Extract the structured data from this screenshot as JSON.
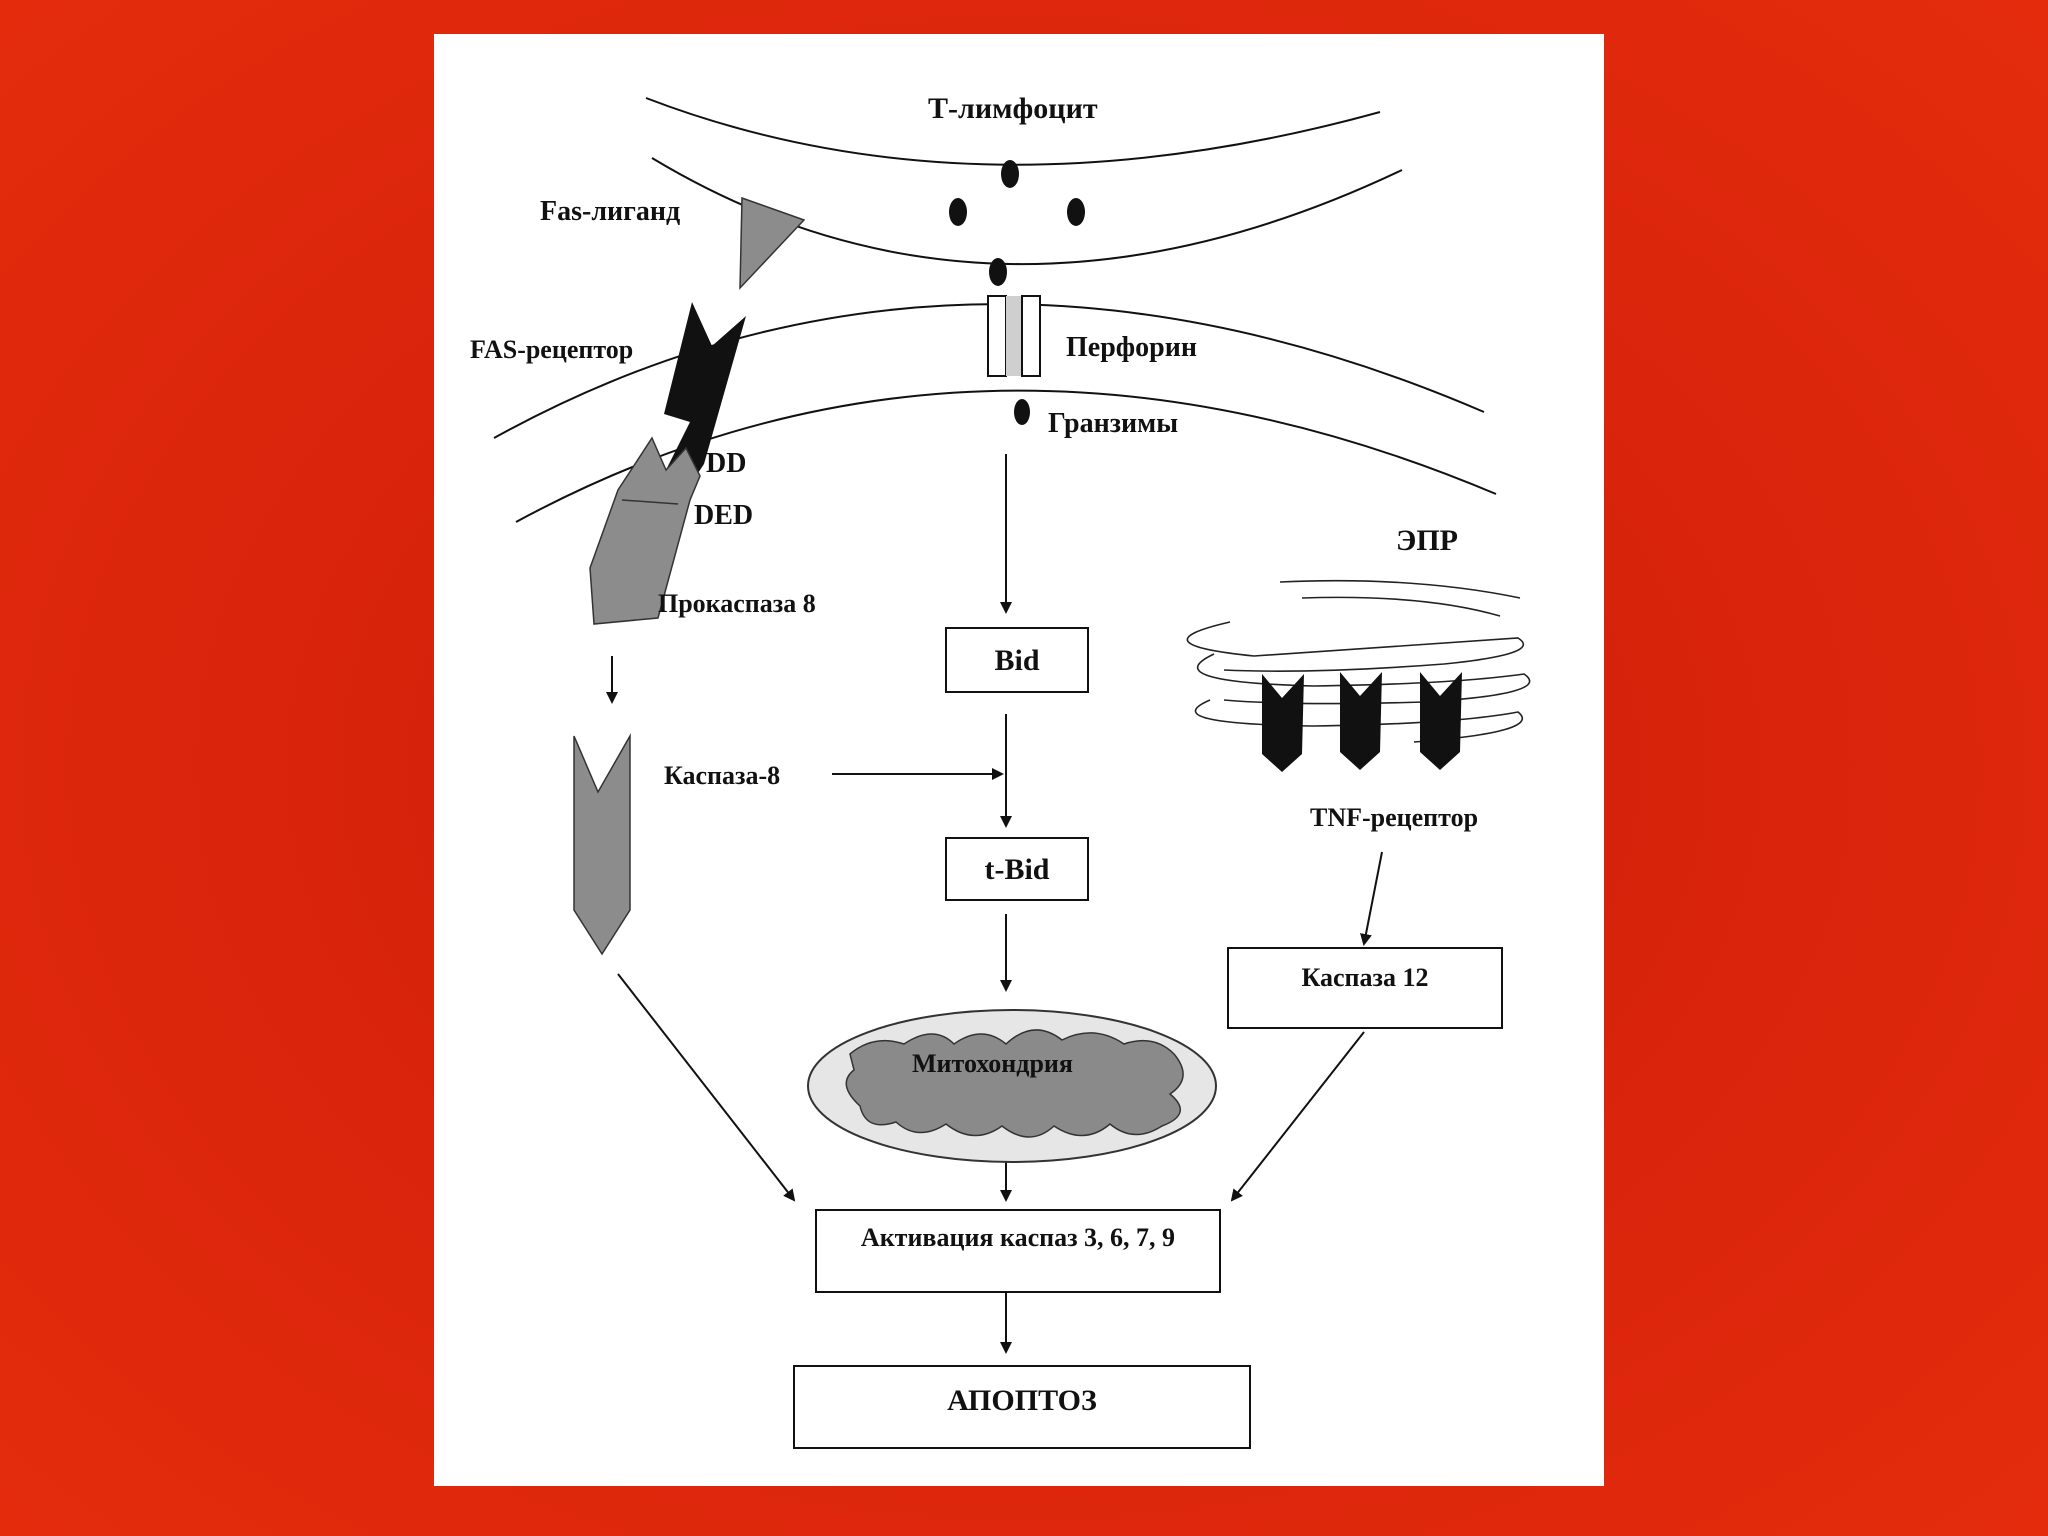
{
  "diagram": {
    "labels": {
      "t_lymphocyte": "Т-лимфоцит",
      "fas_ligand": "Fas-лиганд",
      "fas_receptor": "FAS-рецептор",
      "perforin": "Перфорин",
      "granzymes": "Гранзимы",
      "dd": "DD",
      "ded": "DED",
      "procaspase8": "Прокаспаза 8",
      "epr": "ЭПР",
      "caspase8": "Каспаза-8",
      "tnf_receptor": "TNF-рецептор",
      "mitochondria": "Митохондрия"
    },
    "boxes": {
      "bid": "Bid",
      "tbid": "t-Bid",
      "caspase12": "Каспаза 12",
      "activation": "Активация каспаз 3, 6, 7, 9",
      "apoptosis": "АПОПТОЗ"
    }
  },
  "colors": {
    "background": "#e02a0c",
    "panel": "#ffffff",
    "grey_shape": "#8c8c8c",
    "dark_shape": "#111111",
    "mito_outer": "#e6e6e6",
    "mito_inner": "#8a8a8a"
  }
}
